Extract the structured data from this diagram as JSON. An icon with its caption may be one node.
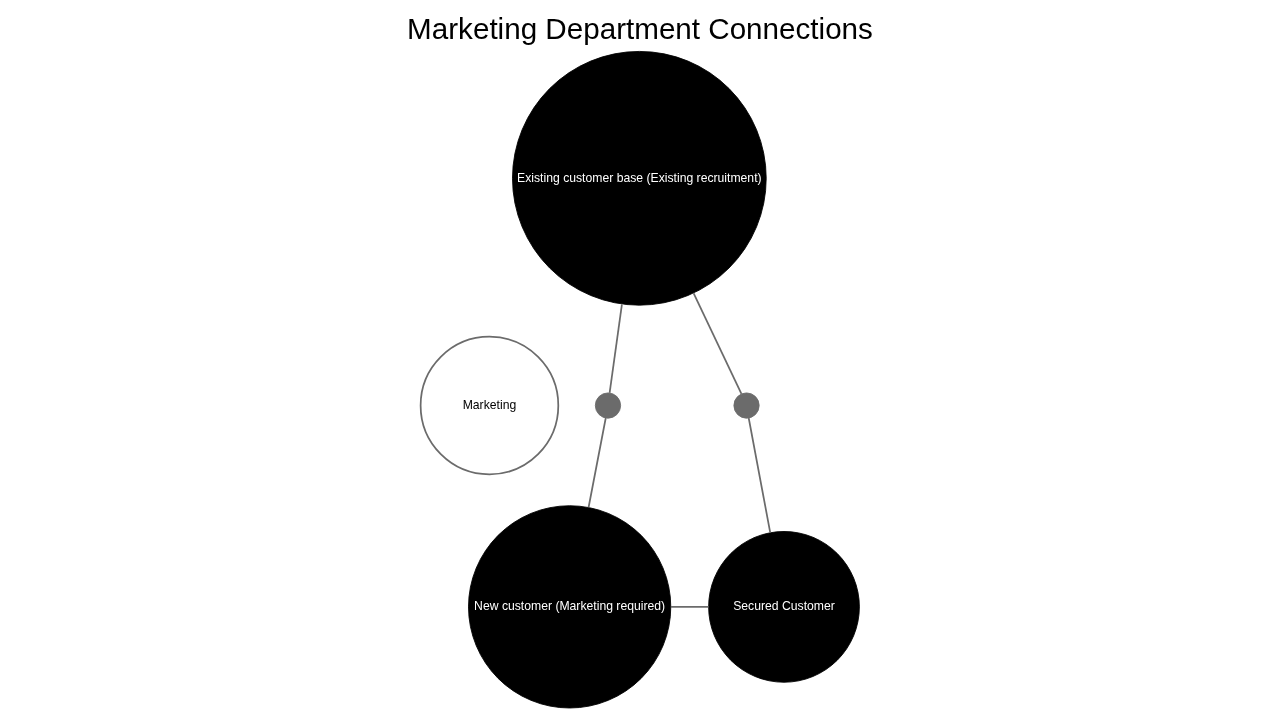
{
  "diagram": {
    "title": "Marketing Department Connections",
    "nodes": [
      {
        "text": [
          "Marketing"
        ]
      },
      {
        "text": [
          "Existing customer base (Existing recruitment)"
        ]
      },
      {
        "text": [
          "New customer (Marketing required)"
        ]
      },
      {
        "text": [
          "Secured Customer"
        ]
      },
      {
        "text": [],
        "shape": "circle"
      },
      {
        "text": [],
        "shape": "circle"
      }
    ],
    "edges": [
      {
        "from": 1,
        "to": 4,
        "arrow": "none"
      },
      {
        "from": 4,
        "to": 2,
        "arrow": "none"
      },
      {
        "from": 1,
        "to": 5,
        "arrow": "none"
      },
      {
        "from": 5,
        "to": 3,
        "arrow": "none"
      },
      {
        "from": 2,
        "to": 3,
        "arrow": "none"
      }
    ]
  }
}
